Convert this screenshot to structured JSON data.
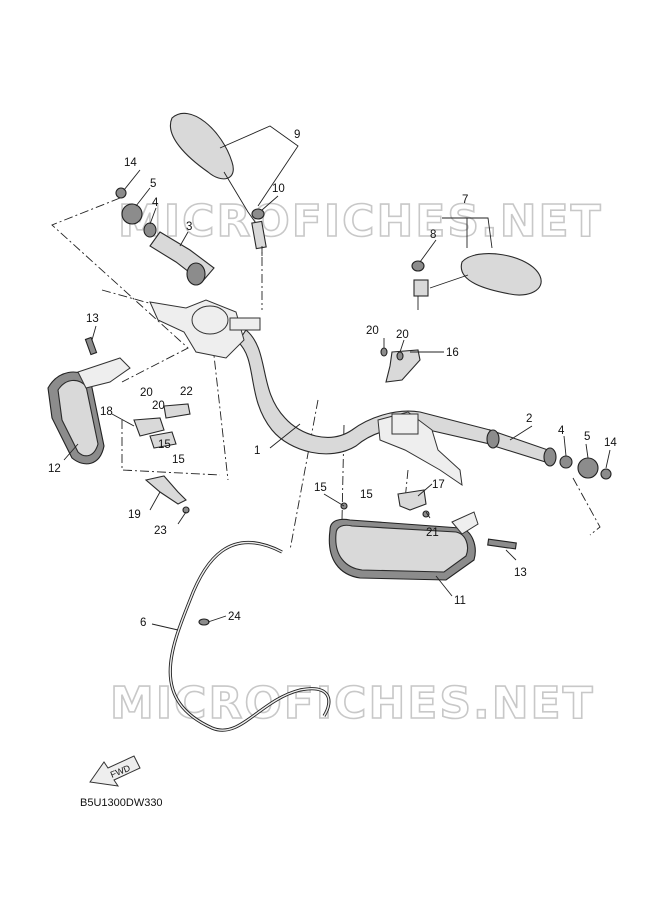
{
  "watermark": "MICROFICHES.NET",
  "diagram_code": "B5U1300DW330",
  "fwd_label": "FWD",
  "callouts": {
    "c1": "1",
    "c2": "2",
    "c3": "3",
    "c4a": "4",
    "c4b": "4",
    "c5a": "5",
    "c5b": "5",
    "c6": "6",
    "c7": "7",
    "c8": "8",
    "c9": "9",
    "c10": "10",
    "c11": "11",
    "c12": "12",
    "c13a": "13",
    "c13b": "13",
    "c14a": "14",
    "c14b": "14",
    "c15a": "15",
    "c15b": "15",
    "c15c": "15",
    "c15d": "15",
    "c16": "16",
    "c17": "17",
    "c18": "18",
    "c19": "19",
    "c20a": "20",
    "c20b": "20",
    "c20c": "20",
    "c20d": "20",
    "c21": "21",
    "c22": "22",
    "c23": "23",
    "c24": "24"
  }
}
